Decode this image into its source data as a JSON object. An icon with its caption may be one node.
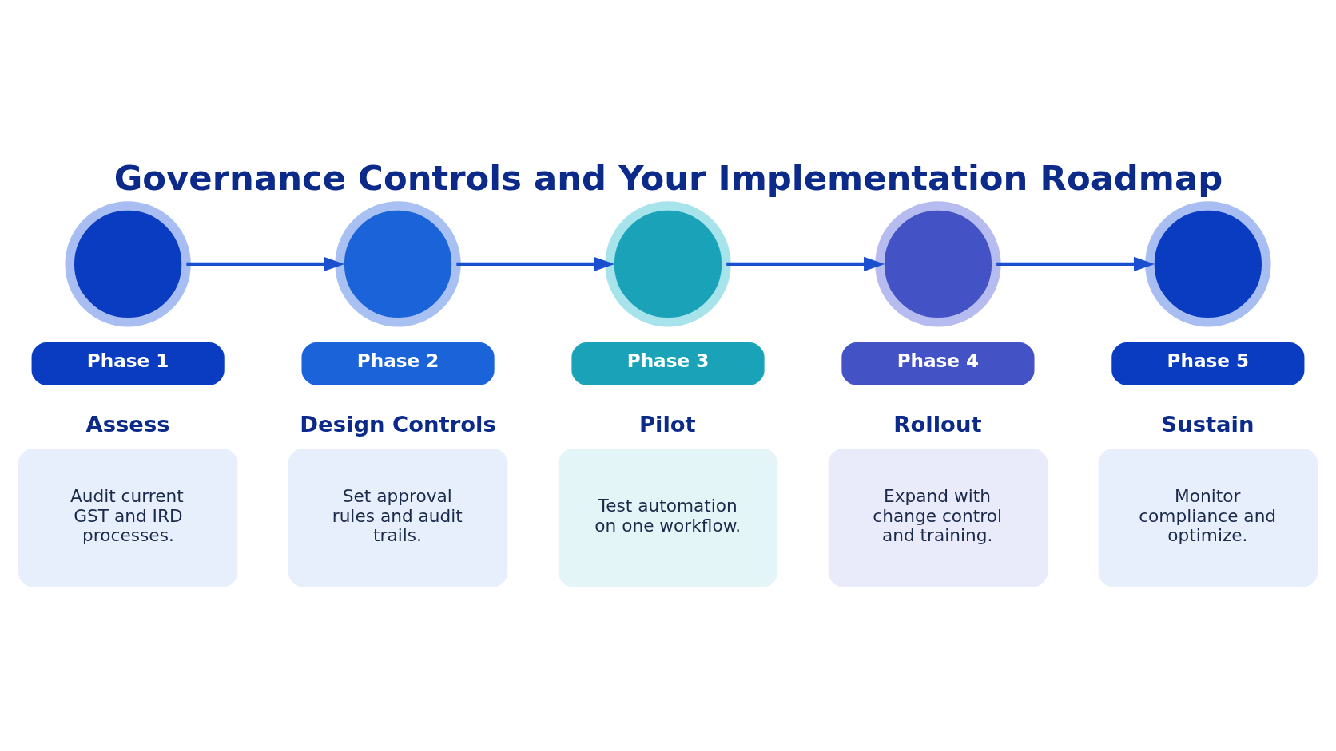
{
  "diagram": {
    "title": "Governance Controls and Your Implementation Roadmap",
    "nodes": [
      {
        "text": [],
        "shape": "circle"
      },
      {
        "text": [
          "Phase 1"
        ]
      },
      {
        "text": [
          "Assess",
          "Audit current GST and IRD processes."
        ]
      },
      {
        "text": [],
        "shape": "circle"
      },
      {
        "text": [
          "Phase 2"
        ]
      },
      {
        "text": [
          "Design Controls",
          "Set approval rules and audit trails."
        ]
      },
      {
        "text": [],
        "shape": "circle"
      },
      {
        "text": [
          "Phase 3"
        ]
      },
      {
        "text": [
          "Pilot",
          "Test automation on one workflow."
        ]
      },
      {
        "text": [],
        "shape": "circle"
      },
      {
        "text": [
          "Phase 4"
        ]
      },
      {
        "text": [
          "Rollout",
          "Expand with change control and training."
        ]
      },
      {
        "text": [],
        "shape": "circle"
      },
      {
        "text": [
          "Phase 5"
        ]
      },
      {
        "text": [
          "Sustain",
          "Monitor compliance and optimize."
        ]
      }
    ],
    "edges": [
      {
        "from": 0,
        "to": 3,
        "arrow": "to"
      },
      {
        "from": 3,
        "to": 6,
        "arrow": "to"
      },
      {
        "from": 6,
        "to": 9,
        "arrow": "to"
      },
      {
        "from": 9,
        "to": 12,
        "arrow": "to"
      }
    ]
  }
}
